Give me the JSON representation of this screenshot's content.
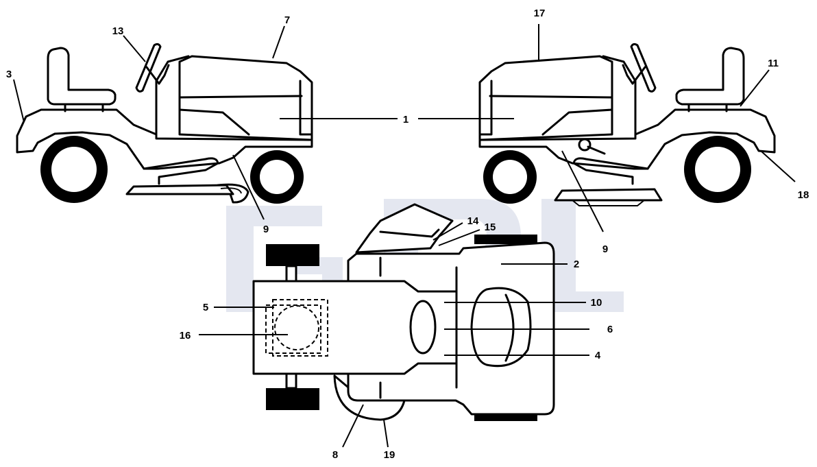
{
  "callouts": {
    "c1": "1",
    "c2": "2",
    "c3": "3",
    "c4": "4",
    "c5": "5",
    "c6": "6",
    "c7": "7",
    "c8": "8",
    "c9a": "9",
    "c9b": "9",
    "c10": "10",
    "c11": "11",
    "c13": "13",
    "c14": "14",
    "c15": "15",
    "c16": "16",
    "c17": "17",
    "c18": "18",
    "c19": "19"
  },
  "colors": {
    "line": "#000000",
    "watermark": "#e4e7f0"
  }
}
